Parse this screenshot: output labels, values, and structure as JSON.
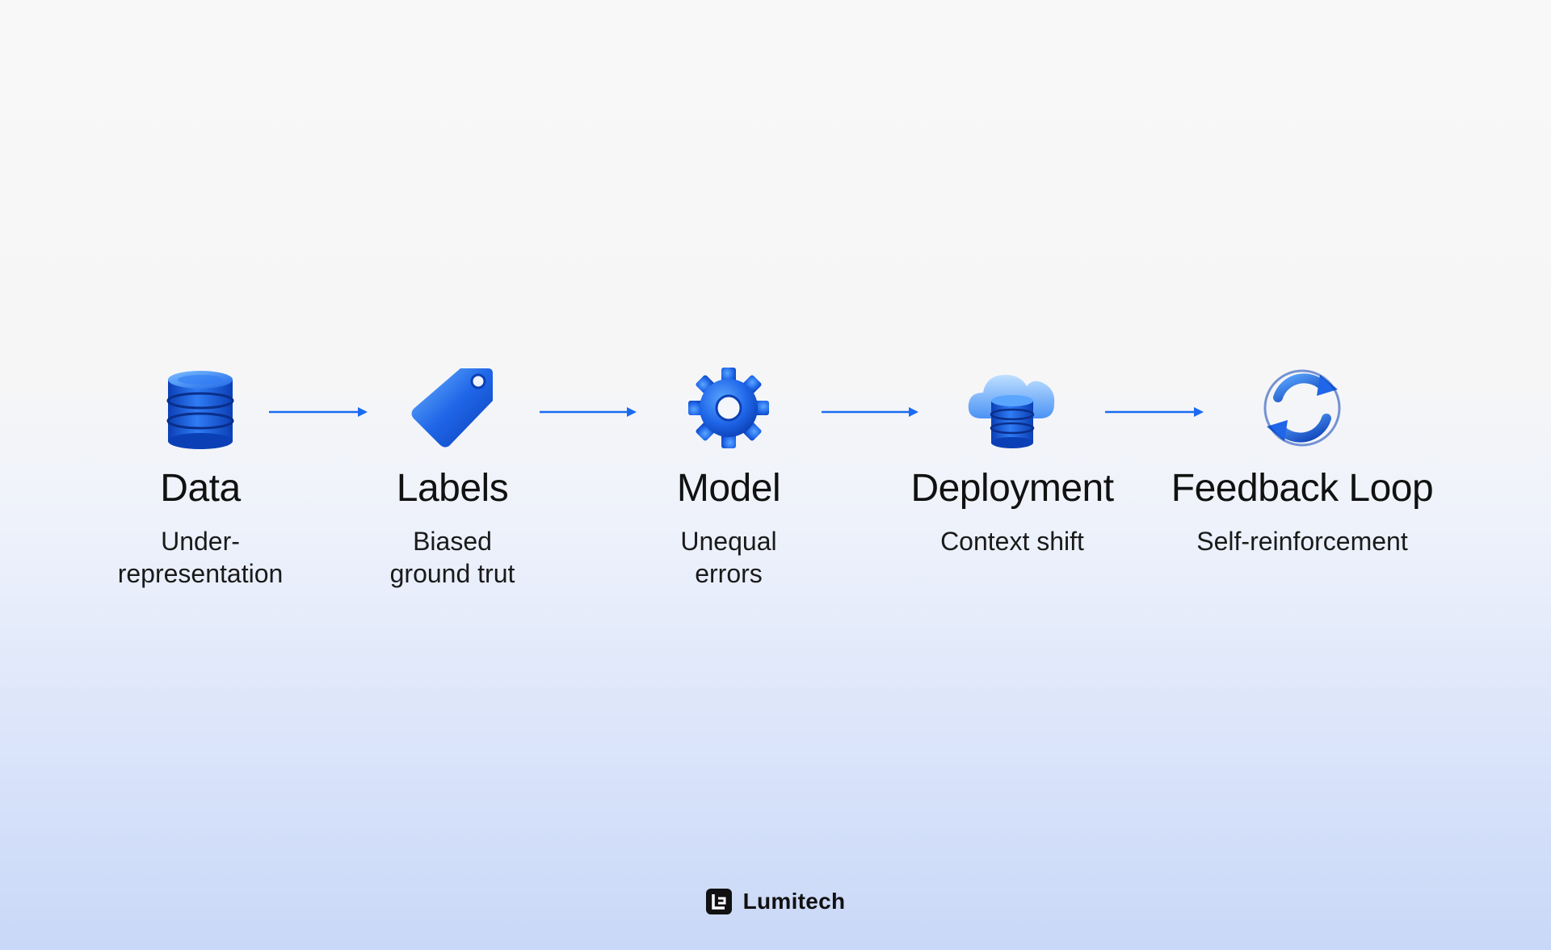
{
  "stages": [
    {
      "title": "Data",
      "description": "Under-\nrepresentation",
      "icon": "database-icon"
    },
    {
      "title": "Labels",
      "description": "Biased\nground trut",
      "icon": "tag-icon"
    },
    {
      "title": "Model",
      "description": "Unequal\nerrors",
      "icon": "gear-icon"
    },
    {
      "title": "Deployment",
      "description": "Context shift",
      "icon": "cloud-database-icon"
    },
    {
      "title": "Feedback Loop",
      "description": "Self-reinforcement",
      "icon": "refresh-cycle-icon"
    }
  ],
  "brand": {
    "name": "Lumitech",
    "icon": "lumitech-logo-icon"
  },
  "colors": {
    "accent": "#1a6bf0",
    "icon_dark": "#0b3fb5",
    "icon_mid": "#1f66e8",
    "icon_light": "#5aa6ff",
    "text": "#111111"
  }
}
